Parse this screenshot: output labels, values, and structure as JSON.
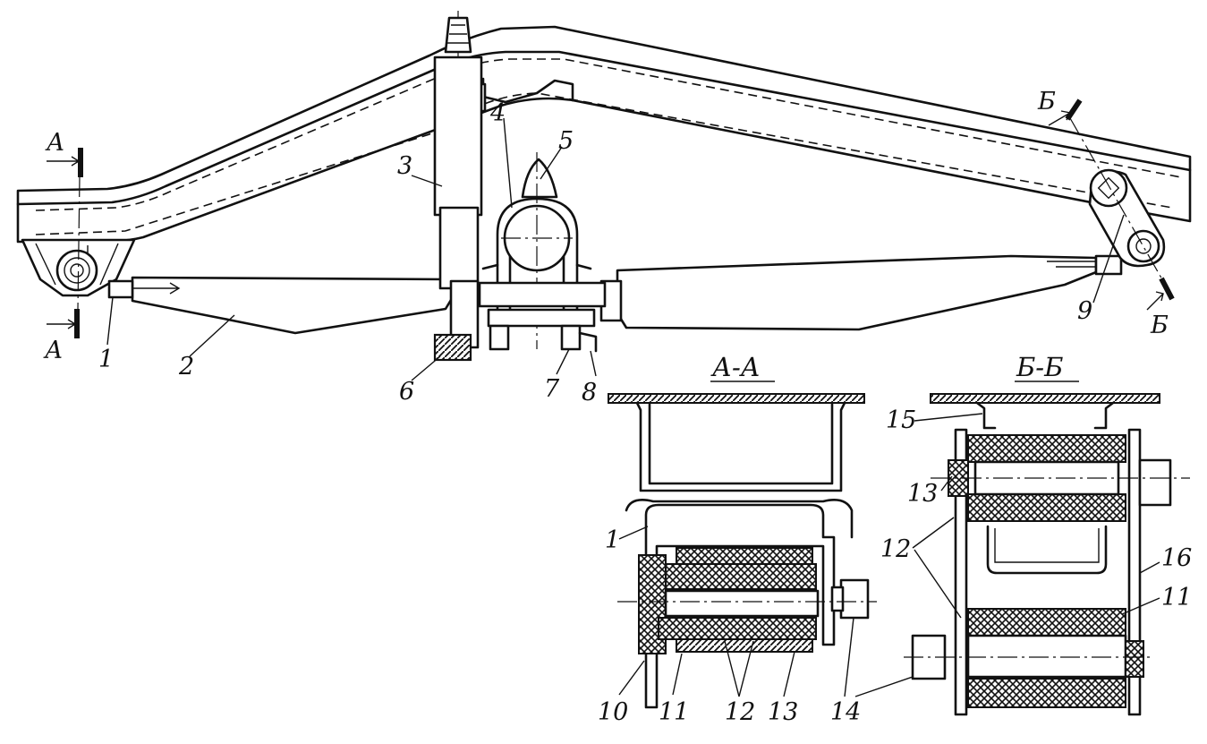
{
  "diagram": {
    "callouts": {
      "c1": "1",
      "c2": "2",
      "c3": "3",
      "c4": "4",
      "c5": "5",
      "c6": "6",
      "c7": "7",
      "c8": "8",
      "c9": "9",
      "c10": "10",
      "c11": "11",
      "c12": "12",
      "c13": "13",
      "c14": "14",
      "c15": "15",
      "c16": "16",
      "c1_sec": "1",
      "c11_b": "11",
      "c12_b": "12",
      "c13_b": "13"
    },
    "cut_marks": {
      "a": "А",
      "b": "Б"
    },
    "sections": {
      "aa": "А-А",
      "bb": "Б-Б"
    }
  }
}
